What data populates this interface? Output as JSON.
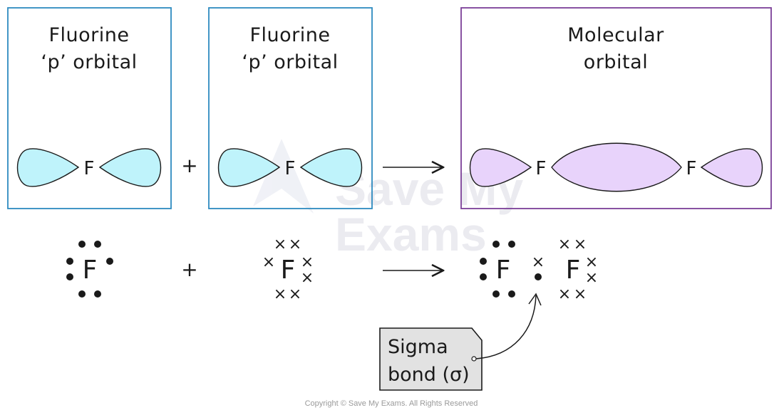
{
  "watermark": {
    "line1": "Save My",
    "line2": "Exams"
  },
  "panels": [
    {
      "title_line1": "Fluorine",
      "title_line2": "‘p’ orbital",
      "atom": "F",
      "border_color": "#2e8bc0"
    },
    {
      "title_line1": "Fluorine",
      "title_line2": "‘p’ orbital",
      "atom": "F",
      "border_color": "#2e8bc0"
    },
    {
      "title_line1": "Molecular",
      "title_line2": "orbital",
      "atom_left": "F",
      "atom_right": "F",
      "border_color": "#7b3f98"
    }
  ],
  "operators": {
    "plus": "+"
  },
  "colors": {
    "p_orbital_fill": "#bff3fb",
    "molecular_orbital_fill": "#e8d3fb",
    "tag_fill": "#e2e2e2"
  },
  "dot_cross": {
    "atom_left": "F",
    "atom_right": "F",
    "product_left": "F",
    "product_right": "F",
    "cross_symbol": "×"
  },
  "label_tag": {
    "line1": "Sigma",
    "line2": "bond (σ)"
  },
  "copyright": "Copyright © Save My Exams. All Rights Reserved"
}
